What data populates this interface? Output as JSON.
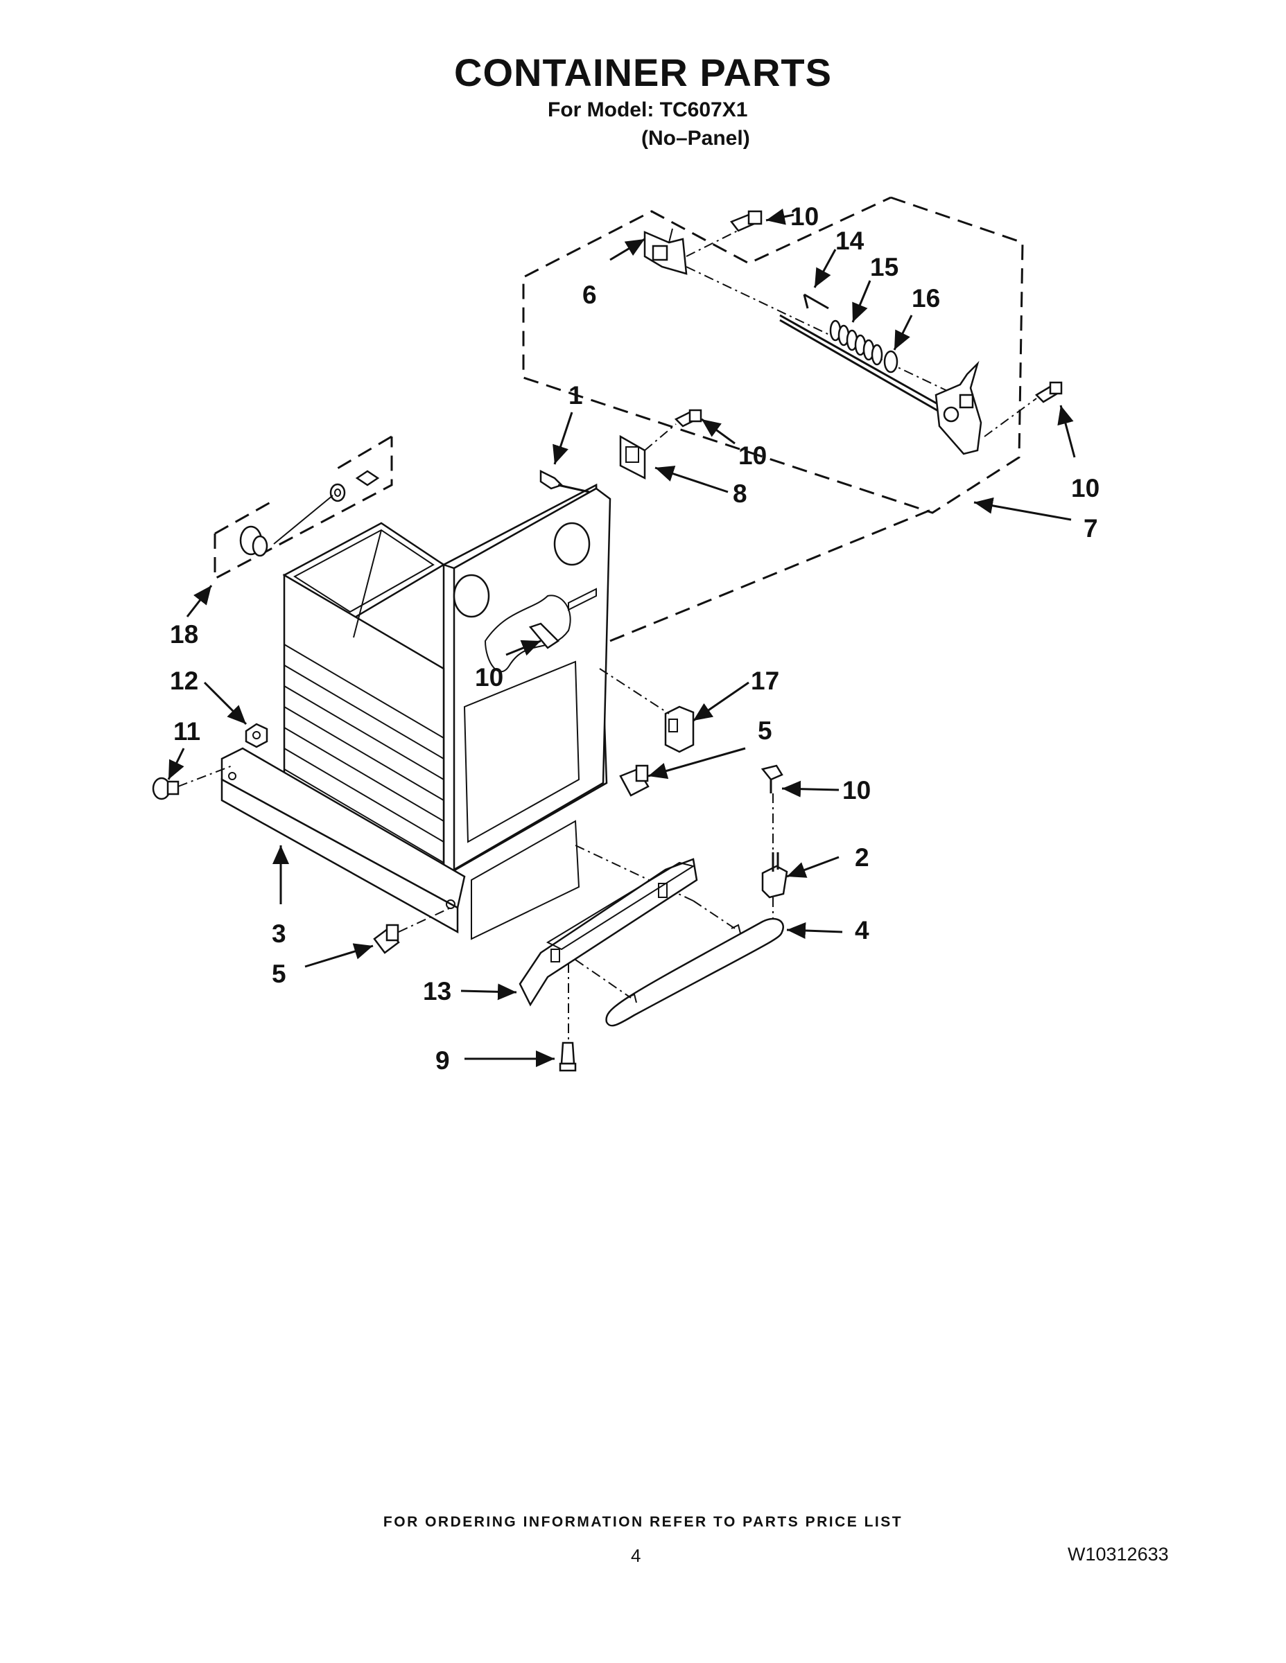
{
  "header": {
    "title": "CONTAINER PARTS",
    "model_line": "For Model: TC607X1",
    "variant_line": "(No–Panel)"
  },
  "callouts": [
    {
      "id": "c1",
      "label": "1"
    },
    {
      "id": "c2",
      "label": "2"
    },
    {
      "id": "c3",
      "label": "3"
    },
    {
      "id": "c4",
      "label": "4"
    },
    {
      "id": "c5a",
      "label": "5"
    },
    {
      "id": "c5b",
      "label": "5"
    },
    {
      "id": "c6",
      "label": "6"
    },
    {
      "id": "c7",
      "label": "7"
    },
    {
      "id": "c8",
      "label": "8"
    },
    {
      "id": "c9",
      "label": "9"
    },
    {
      "id": "c10a",
      "label": "10"
    },
    {
      "id": "c10b",
      "label": "10"
    },
    {
      "id": "c10c",
      "label": "10"
    },
    {
      "id": "c10d",
      "label": "10"
    },
    {
      "id": "c10e",
      "label": "10"
    },
    {
      "id": "c11",
      "label": "11"
    },
    {
      "id": "c12",
      "label": "12"
    },
    {
      "id": "c13",
      "label": "13"
    },
    {
      "id": "c14",
      "label": "14"
    },
    {
      "id": "c15",
      "label": "15"
    },
    {
      "id": "c16",
      "label": "16"
    },
    {
      "id": "c17",
      "label": "17"
    },
    {
      "id": "c18",
      "label": "18"
    }
  ],
  "footer": {
    "note": "FOR ORDERING INFORMATION REFER TO PARTS PRICE LIST",
    "page_number": "4",
    "document_number": "W10312633"
  }
}
